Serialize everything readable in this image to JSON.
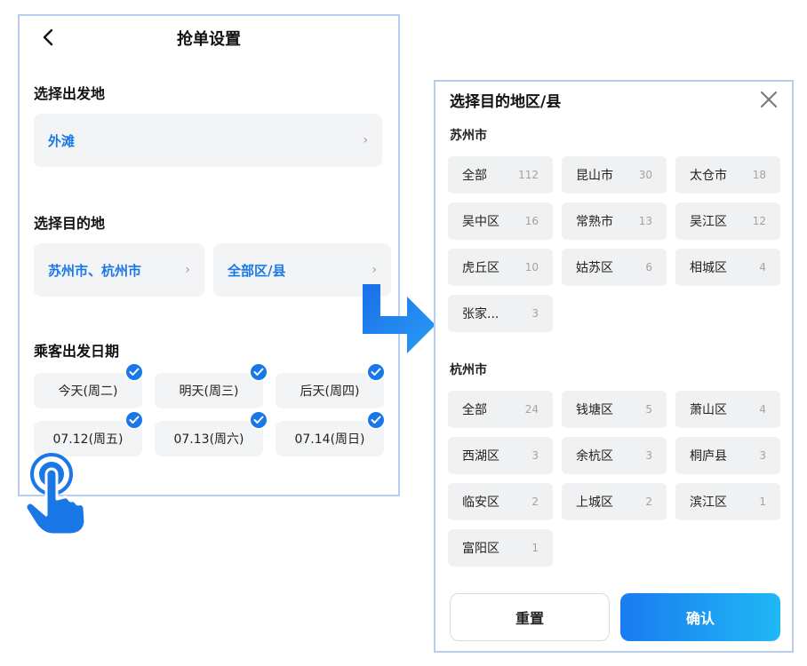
{
  "left": {
    "title": "抢单设置",
    "departure": {
      "label": "选择出发地",
      "value": "外滩"
    },
    "destination": {
      "label": "选择目的地",
      "cities": "苏州市、杭州市",
      "districts": "全部区/县"
    },
    "dates": {
      "label": "乘客出发日期",
      "items": [
        "今天(周二)",
        "明天(周三)",
        "后天(周四)",
        "07.12(周五)",
        "07.13(周六)",
        "07.14(周日)"
      ]
    }
  },
  "right": {
    "title": "选择目的地区/县",
    "groups": [
      {
        "city": "苏州市",
        "items": [
          {
            "name": "全部",
            "count": "112"
          },
          {
            "name": "昆山市",
            "count": "30"
          },
          {
            "name": "太仓市",
            "count": "18"
          },
          {
            "name": "吴中区",
            "count": "16"
          },
          {
            "name": "常熟市",
            "count": "13"
          },
          {
            "name": "吴江区",
            "count": "12"
          },
          {
            "name": "虎丘区",
            "count": "10"
          },
          {
            "name": "姑苏区",
            "count": "6"
          },
          {
            "name": "相城区",
            "count": "4"
          },
          {
            "name": "张家...",
            "count": "3"
          }
        ]
      },
      {
        "city": "杭州市",
        "items": [
          {
            "name": "全部",
            "count": "24"
          },
          {
            "name": "钱塘区",
            "count": "5"
          },
          {
            "name": "萧山区",
            "count": "4"
          },
          {
            "name": "西湖区",
            "count": "3"
          },
          {
            "name": "余杭区",
            "count": "3"
          },
          {
            "name": "桐庐县",
            "count": "3"
          },
          {
            "name": "临安区",
            "count": "2"
          },
          {
            "name": "上城区",
            "count": "2"
          },
          {
            "name": "滨江区",
            "count": "1"
          },
          {
            "name": "富阳区",
            "count": "1"
          }
        ]
      }
    ],
    "reset_label": "重置",
    "confirm_label": "确认"
  },
  "icons": {
    "back": "chevron-left-icon",
    "chevron": "chevron-right-icon",
    "check": "check-circle-icon",
    "close": "close-icon",
    "arrow": "arrow-right-icon",
    "hand": "tap-hand-icon"
  },
  "colors": {
    "accent": "#1a78e6",
    "border": "#b6cdf0",
    "chip_bg": "#f0f1f3"
  }
}
